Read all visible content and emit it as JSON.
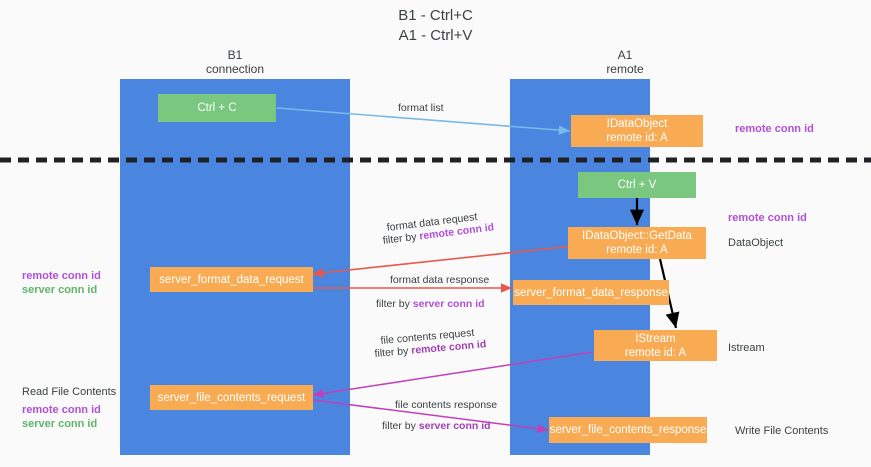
{
  "title": "B1 - Ctrl+C\nA1 - Ctrl+V",
  "columns": {
    "left": "B1\nconnection",
    "right": "A1\nremote"
  },
  "colors": {
    "lane": "#4a86e0",
    "green_box": "#7ac77f",
    "orange_box": "#f9ab54",
    "remote_conn_id": "#b14fd8",
    "server_conn_id": "#5fb36a",
    "arrow_blue": "#7ab8e8",
    "arrow_red": "#e8584a",
    "arrow_magenta": "#c23fb8",
    "arrow_black": "#000000",
    "divider": "#202124"
  },
  "boxes": {
    "ctrl_c": "Ctrl + C",
    "ctrl_v": "Ctrl + V",
    "idataobject": "IDataObject\nremote id: A",
    "getdata": "IDataObject::GetData\nremote id: A",
    "istream": "IStream\nremote id: A",
    "server_format_data_request": "server_format_data_request",
    "server_format_data_response": "server_format_data_response",
    "server_file_contents_request": "server_file_contents_request",
    "server_file_contents_response": "server_file_contents_response"
  },
  "right_labels": {
    "remote_conn_id_top": "remote conn id",
    "remote_conn_id_mid": "remote conn id",
    "dataobject": "DataObject",
    "istream": "Istream",
    "write_file_contents": "Write File Contents"
  },
  "left_labels": {
    "remote_conn_id": "remote conn id",
    "server_conn_id": "server conn id",
    "read_file_contents": "Read File Contents",
    "remote_conn_id_2": "remote conn id",
    "server_conn_id_2": "server conn id"
  },
  "arrow_labels": {
    "format_list": "format list",
    "format_data_request": "format data request",
    "format_data_request_filter_prefix": "filter by ",
    "format_data_request_filter_value": "remote conn id",
    "format_data_response": "format data response",
    "format_data_response_filter_prefix": "filter by ",
    "format_data_response_filter_value": "server conn id",
    "file_contents_request": "file contents request",
    "file_contents_request_filter_prefix": "filter by ",
    "file_contents_request_filter_value": "remote conn id",
    "file_contents_response": "file contents response",
    "file_contents_response_filter_prefix": "filter by ",
    "file_contents_response_filter_value": "server conn id"
  }
}
